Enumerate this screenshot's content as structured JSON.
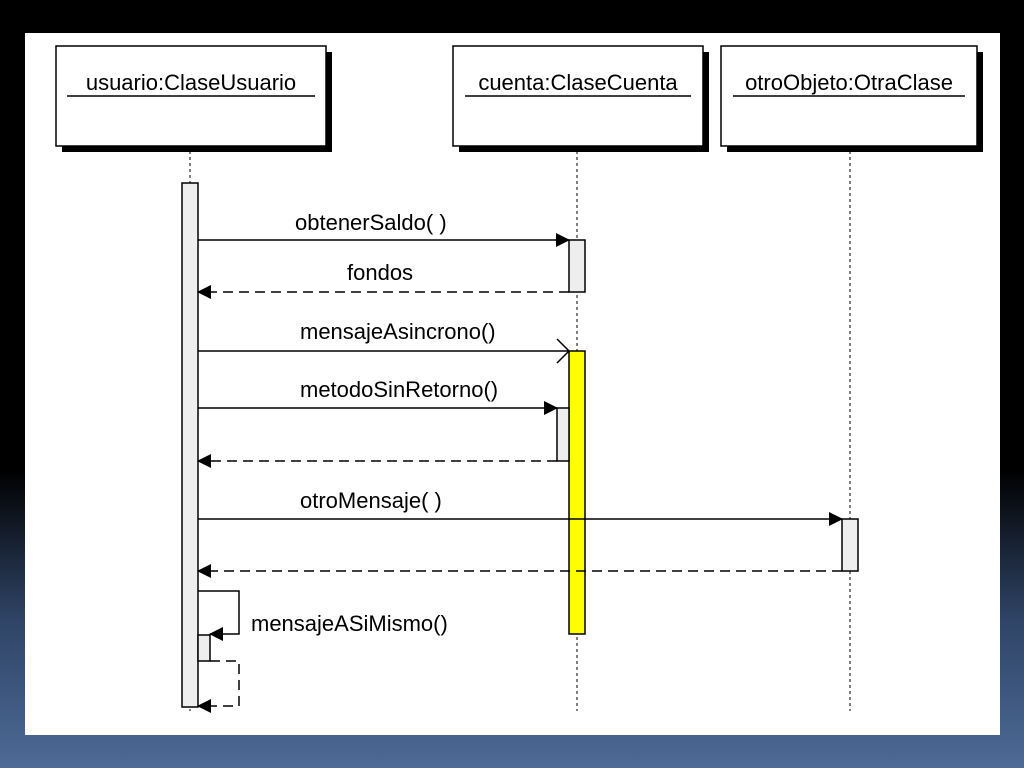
{
  "colors": {
    "async_activation": "#ffff00",
    "activation": "#eeeeee",
    "slide_background": "#ffffff",
    "line": "#000000"
  },
  "objects": [
    {
      "id": "usuario",
      "label": "usuario:ClaseUsuario"
    },
    {
      "id": "cuenta",
      "label": "cuenta:ClaseCuenta"
    },
    {
      "id": "otro",
      "label": "otroObjeto:OtraClase"
    }
  ],
  "messages": [
    {
      "id": "m1",
      "label": "obtenerSaldo( )",
      "kind": "sync-call",
      "from": "usuario",
      "to": "cuenta"
    },
    {
      "id": "m2",
      "label": "fondos",
      "kind": "return",
      "from": "cuenta",
      "to": "usuario"
    },
    {
      "id": "m3",
      "label": "mensajeAsincrono()",
      "kind": "async-call",
      "from": "usuario",
      "to": "cuenta"
    },
    {
      "id": "m4",
      "label": "metodoSinRetorno()",
      "kind": "sync-call",
      "from": "usuario",
      "to": "cuenta"
    },
    {
      "id": "m5",
      "label": "",
      "kind": "return",
      "from": "cuenta",
      "to": "usuario"
    },
    {
      "id": "m6",
      "label": "otroMensaje( )",
      "kind": "sync-call",
      "from": "usuario",
      "to": "otro"
    },
    {
      "id": "m7",
      "label": "",
      "kind": "return",
      "from": "otro",
      "to": "usuario"
    },
    {
      "id": "m8",
      "label": "mensajeASiMismo()",
      "kind": "self-call",
      "from": "usuario",
      "to": "usuario"
    },
    {
      "id": "m9",
      "label": "",
      "kind": "self-return",
      "from": "usuario",
      "to": "usuario"
    }
  ]
}
